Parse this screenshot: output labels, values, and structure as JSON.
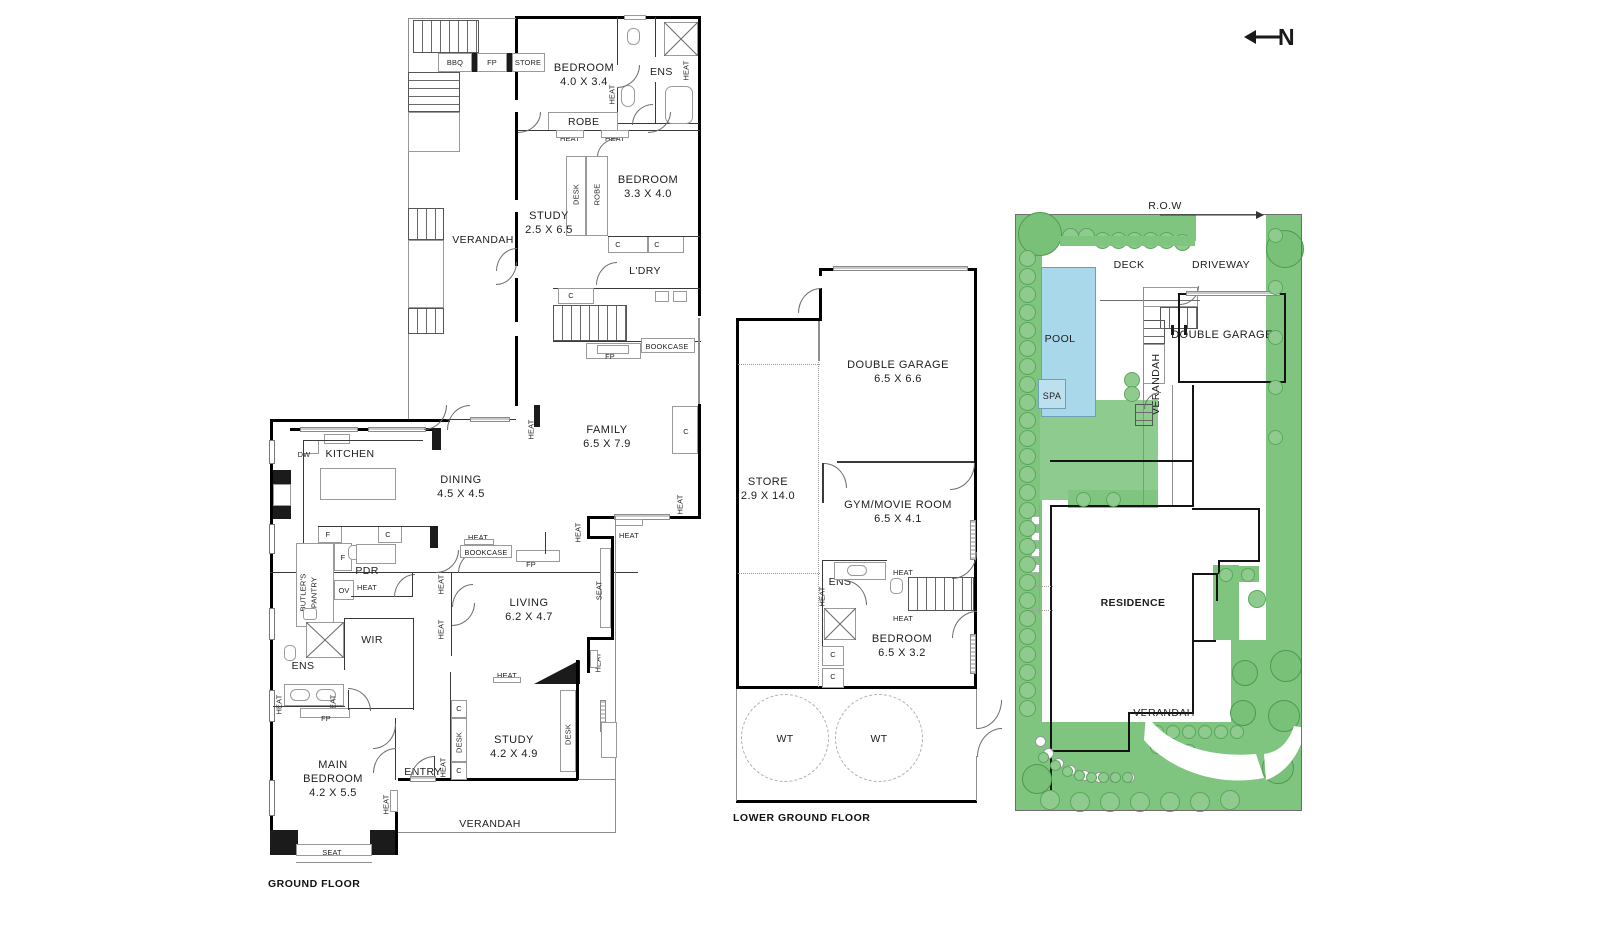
{
  "document": {
    "type": "real-estate-floorplan",
    "north_arrow": {
      "label": "N",
      "direction": "left"
    }
  },
  "floors": [
    {
      "id": "ground",
      "label": "GROUND FLOOR"
    },
    {
      "id": "lower",
      "label": "LOWER GROUND FLOOR"
    }
  ],
  "ground_floor": {
    "label": "GROUND FLOOR",
    "rooms": [
      {
        "name": "BEDROOM",
        "dims": "4.0 X 3.4"
      },
      {
        "name": "BEDROOM",
        "dims": "3.3 X 4.0"
      },
      {
        "name": "STUDY",
        "dims": "2.5 X 6.5"
      },
      {
        "name": "FAMILY",
        "dims": "6.5 X 7.9"
      },
      {
        "name": "DINING",
        "dims": "4.5 X 4.5"
      },
      {
        "name": "LIVING",
        "dims": "6.2 X 4.7"
      },
      {
        "name": "STUDY",
        "dims": "4.2 X 4.9"
      },
      {
        "name": "MAIN BEDROOM",
        "dims": "4.2 X 5.5"
      },
      {
        "name": "KITCHEN",
        "dims": ""
      },
      {
        "name": "ENS",
        "dims": ""
      },
      {
        "name": "L'DRY",
        "dims": ""
      },
      {
        "name": "PDR",
        "dims": ""
      },
      {
        "name": "WIR",
        "dims": ""
      },
      {
        "name": "ENTRY",
        "dims": ""
      },
      {
        "name": "VERANDAH",
        "dims": ""
      },
      {
        "name": "BUTLER'S PANTRY",
        "dims": ""
      }
    ],
    "annotations": [
      "BBQ",
      "FP",
      "STORE",
      "ROBE",
      "DESK",
      "C",
      "HEAT",
      "BOOKCASE",
      "DW",
      "F",
      "OV",
      "SEAT"
    ]
  },
  "lower_ground_floor": {
    "label": "LOWER GROUND FLOOR",
    "rooms": [
      {
        "name": "DOUBLE GARAGE",
        "dims": "6.5 X 6.6"
      },
      {
        "name": "GYM/MOVIE ROOM",
        "dims": "6.5 X 4.1"
      },
      {
        "name": "BEDROOM",
        "dims": "6.5 X 3.2"
      },
      {
        "name": "STORE",
        "dims": "2.9 X 14.0"
      },
      {
        "name": "ENS",
        "dims": ""
      }
    ],
    "annotations": [
      "WT",
      "WT",
      "HEAT",
      "C"
    ]
  },
  "site_plan": {
    "labels": {
      "row": "R.O.W",
      "deck": "DECK",
      "driveway": "DRIVEWAY",
      "pool": "POOL",
      "spa": "SPA",
      "double_garage": "DOUBLE GARAGE",
      "verandah_left": "VERANDAH",
      "verandah_bottom": "VERANDAH",
      "residence": "RESIDENCE"
    },
    "colors": {
      "grass": "#7fc47f",
      "pool_water": "#a9d8ea",
      "wall": "#141414"
    }
  },
  "text": {
    "labels": {
      "bbq": "BBQ",
      "fp": "FP",
      "store": "STORE",
      "robe": "ROBE",
      "desk": "DESK",
      "c": "C",
      "heat": "HEAT",
      "bookcase": "BOOKCASE",
      "dw": "DW",
      "f": "F",
      "ov": "OV",
      "seat": "SEAT",
      "wt": "WT",
      "ens": "ENS",
      "ldry": "L'DRY",
      "pdr": "PDR",
      "wir": "WIR",
      "entry": "ENTRY",
      "verandah": "VERANDAH",
      "kitchen": "KITCHEN",
      "butlers_pantry": "BUTLER'S PANTRY"
    },
    "rooms": {
      "bedroom1_name": "BEDROOM",
      "bedroom1_dims": "4.0 X 3.4",
      "bedroom2_name": "BEDROOM",
      "bedroom2_dims": "3.3 X 4.0",
      "study1_name": "STUDY",
      "study1_dims": "2.5 X 6.5",
      "family_name": "FAMILY",
      "family_dims": "6.5 X 7.9",
      "dining_name": "DINING",
      "dining_dims": "4.5 X 4.5",
      "living_name": "LIVING",
      "living_dims": "6.2 X 4.7",
      "study2_name": "STUDY",
      "study2_dims": "4.2 X 4.9",
      "main_bed_name1": "MAIN",
      "main_bed_name2": "BEDROOM",
      "main_bed_dims": "4.2 X 5.5",
      "garage_name": "DOUBLE GARAGE",
      "garage_dims": "6.5 X 6.6",
      "gym_name": "GYM/MOVIE ROOM",
      "gym_dims": "6.5 X 4.1",
      "bedroom3_name": "BEDROOM",
      "bedroom3_dims": "6.5 X 3.2",
      "store_name": "STORE",
      "store_dims": "2.9 X 14.0"
    }
  }
}
